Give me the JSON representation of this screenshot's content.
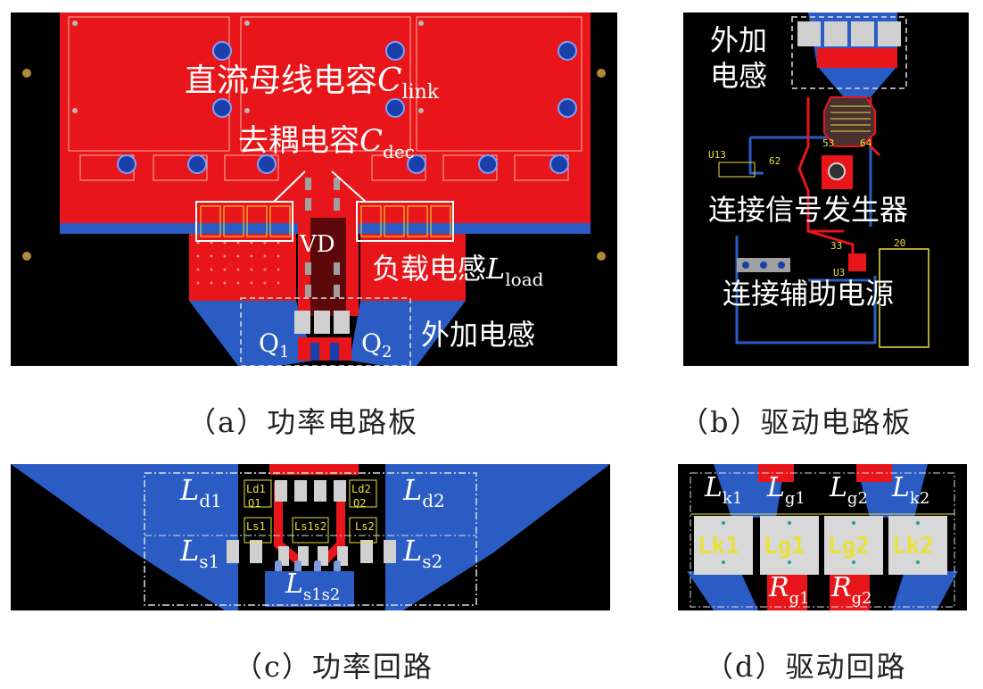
{
  "panels": {
    "a": {
      "caption": "（a）功率电路板",
      "dc_link_label": "直流母线电容",
      "dc_link_symbol": "C",
      "dc_link_sub": "link",
      "decoupling_label": "去耦电容",
      "decoupling_symbol": "C",
      "decoupling_sub": "dec",
      "diode_label": "VD",
      "load_label": "负载电感",
      "load_symbol": "L",
      "load_sub": "load",
      "external_inductor_label": "外加电感",
      "q1_symbol": "Q",
      "q1_sub": "1",
      "q2_symbol": "Q",
      "q2_sub": "2"
    },
    "b": {
      "caption": "（b）驱动电路板",
      "external_inductor_line1": "外加",
      "external_inductor_line2": "电感",
      "signal_generator_label": "连接信号发生器",
      "aux_power_label": "连接辅助电源",
      "silk_u13": "U13",
      "silk_u3": "U3",
      "silk_62": "62",
      "silk_53": "53",
      "silk_33": "33",
      "silk_20": "20",
      "silk_64": "64"
    },
    "c": {
      "caption": "（c）功率回路",
      "ld1_symbol": "L",
      "ld1_sub": "d1",
      "ld2_symbol": "L",
      "ld2_sub": "d2",
      "ls1_symbol": "L",
      "ls1_sub": "s1",
      "ls2_symbol": "L",
      "ls2_sub": "s2",
      "ls1s2_symbol": "L",
      "ls1s2_sub": "s1s2",
      "silk_ld1": "Ld1",
      "silk_ld2": "Ld2",
      "silk_q1": "Q1",
      "silk_q2": "Q2",
      "silk_ls1": "Ls1",
      "silk_ls2": "Ls2",
      "silk_ls1s2": "Ls1s2"
    },
    "d": {
      "caption": "（d）驱动回路",
      "lk1_symbol": "L",
      "lk1_sub": "k1",
      "lg1_symbol": "L",
      "lg1_sub": "g1",
      "lg2_symbol": "L",
      "lg2_sub": "g2",
      "lk2_symbol": "L",
      "lk2_sub": "k2",
      "box_lk1": "Lk1",
      "box_lg1": "Lg1",
      "box_lg2": "Lg2",
      "box_lk2": "Lk2",
      "rg1_symbol": "R",
      "rg1_sub": "g1",
      "rg2_symbol": "R",
      "rg2_sub": "g2"
    }
  },
  "colors": {
    "copper_top": "#e8161a",
    "copper_bottom": "#2a5cc4",
    "board_bg": "#000000",
    "silkscreen": "#e8e23a",
    "via": "#1a3fa8"
  }
}
